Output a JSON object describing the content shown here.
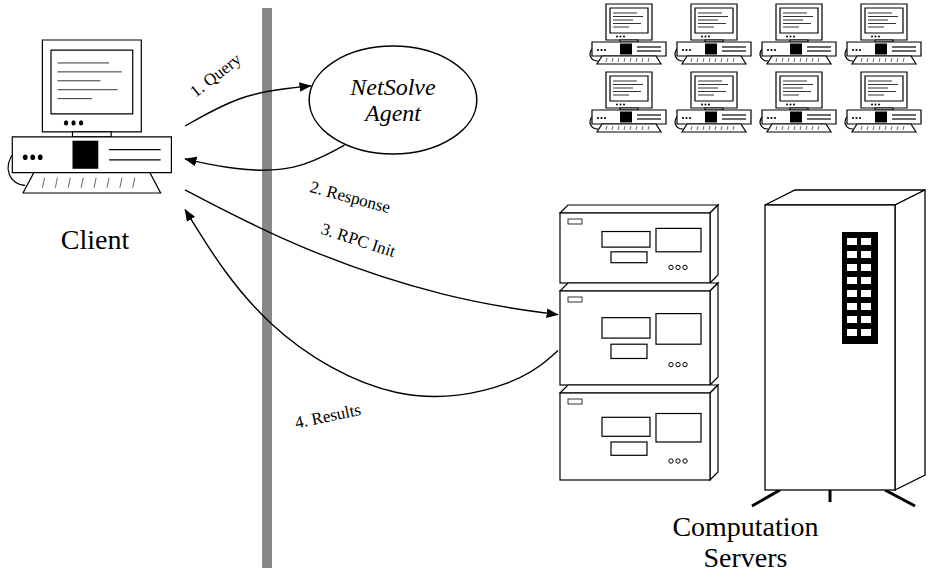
{
  "diagram": {
    "nodes": [
      {
        "text": [
          "Client"
        ]
      },
      {
        "text": [
          "NetSolve Agent"
        ]
      },
      {
        "text": [
          "Computation Servers"
        ]
      }
    ],
    "edges": [
      {
        "from": 0,
        "to": 1,
        "arrow": "to",
        "label": "1. Query"
      },
      {
        "from": 1,
        "to": 0,
        "arrow": "to",
        "label": "2. Response"
      },
      {
        "from": 0,
        "to": 2,
        "arrow": "to",
        "label": "3. RPC Init"
      },
      {
        "from": 2,
        "to": 0,
        "arrow": "to",
        "label": "4. Results"
      }
    ]
  }
}
